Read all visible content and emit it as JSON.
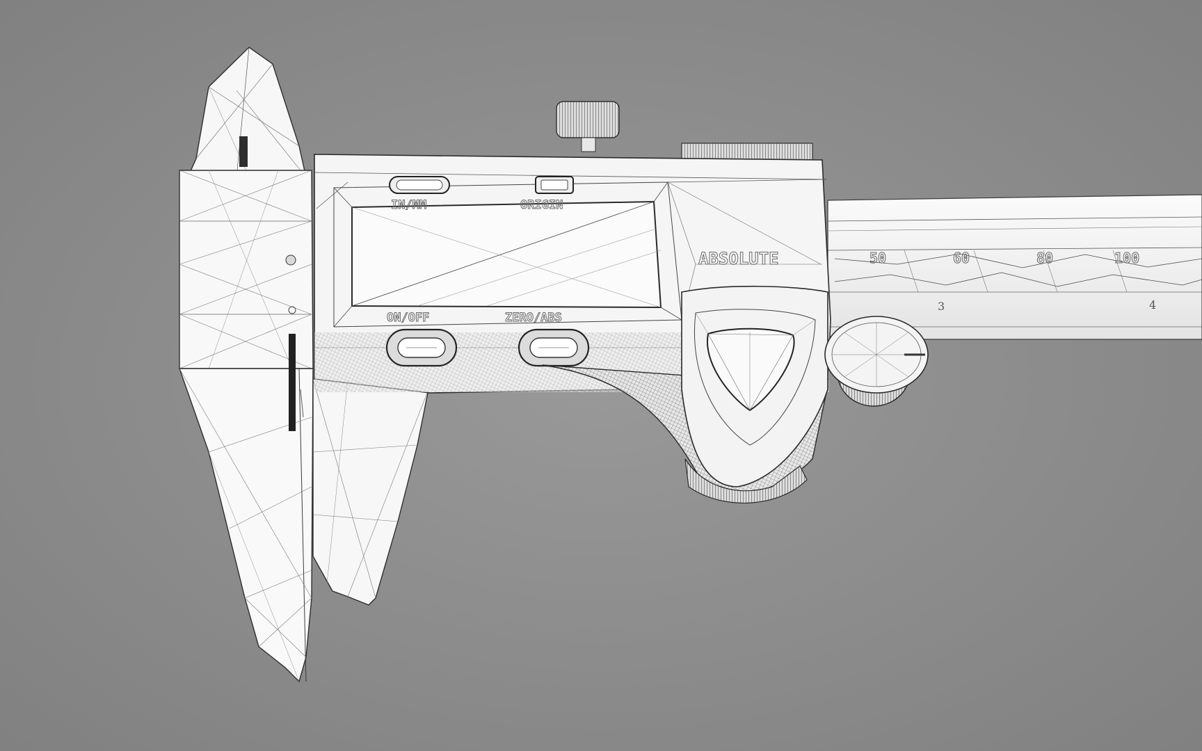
{
  "scene": {
    "subject": "wireframe-digital-caliper",
    "colors": {
      "background": "#8e8e8e",
      "model": "#f6f6f6",
      "wire": "#3a3a3a",
      "wire_light": "#7a7a7a"
    }
  },
  "labels": {
    "zero_button": "IN/MM",
    "origin_button": "ORIGIN",
    "on_off_button": "ON/OFF",
    "zero_abs_button": "ZERO/ABS",
    "brand_mark": "ABSOLUTE"
  },
  "scale": {
    "major_1": "50",
    "major_2": "60",
    "major_3": "80",
    "major_4": "100",
    "minor_1": "3",
    "minor_2": "4"
  }
}
